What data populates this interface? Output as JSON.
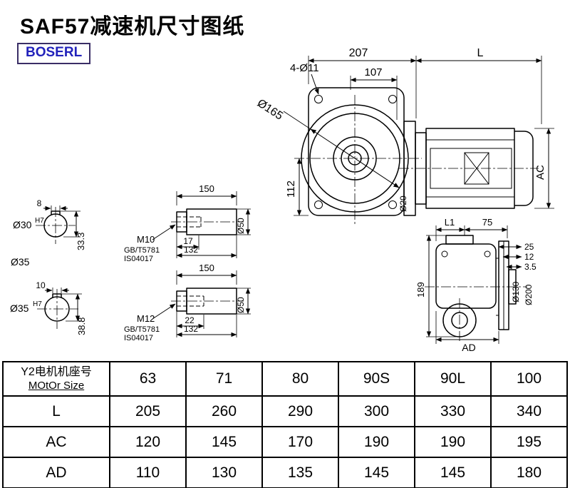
{
  "title": "SAF57减速机尺寸图纸",
  "logo": "BOSERL",
  "drawing": {
    "main": {
      "w207": "207",
      "l": "L",
      "bolt": "4-Ø11",
      "w107": "107",
      "flange": "Ø165",
      "h112": "112",
      "ac": "AC",
      "o20": "Ø20"
    },
    "bore1": {
      "kw": "8",
      "dia": "Ø30",
      "tol": "H7",
      "depth": "33.3"
    },
    "shaft_od": "Ø35",
    "bore2": {
      "kw": "10",
      "dia": "Ø35",
      "tol": "H7",
      "depth": "38.8"
    },
    "stub1": {
      "len": "150",
      "thread": "M10",
      "std1": "GB/T5781",
      "std2": "IS04017",
      "tlen": "17",
      "slen": "132",
      "dia": "Ø50"
    },
    "stub2": {
      "len": "150",
      "thread": "M12",
      "std1": "GB/T5781",
      "std2": "IS04017",
      "tlen": "22",
      "slen": "132",
      "dia": "Ø50"
    },
    "side": {
      "l1": "L1",
      "n75": "75",
      "n25": "25",
      "n12": "12",
      "n35": "3.5",
      "n189": "189",
      "o130": "Ø130",
      "o200": "Ø200",
      "ad": "AD"
    }
  },
  "table": {
    "row_header_cn": "Y2电机机座号",
    "row_header_en": "MOtOr Size",
    "sizes": [
      "63",
      "71",
      "80",
      "90S",
      "90L",
      "100"
    ],
    "rows": [
      {
        "label": "L",
        "values": [
          "205",
          "260",
          "290",
          "300",
          "330",
          "340"
        ]
      },
      {
        "label": "AC",
        "values": [
          "120",
          "145",
          "170",
          "190",
          "190",
          "195"
        ]
      },
      {
        "label": "AD",
        "values": [
          "110",
          "130",
          "135",
          "145",
          "145",
          "180"
        ]
      }
    ]
  }
}
